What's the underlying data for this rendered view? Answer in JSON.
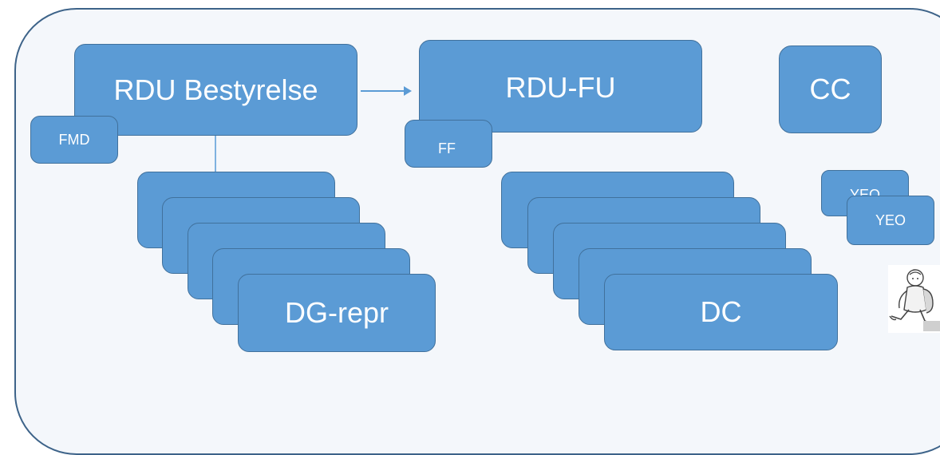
{
  "nodes": {
    "rdu_bestyrelse": "RDU Bestyrelse",
    "rdu_fu": "RDU-FU",
    "cc": "CC",
    "fmd": "FMD",
    "ff": "FF",
    "yeo_back": "YEO",
    "yeo_front": "YEO",
    "dg_repr": "DG-repr",
    "dc": "DC"
  },
  "colors": {
    "box_fill": "#5b9bd5",
    "box_border": "#41719c",
    "frame_border": "#3d6389",
    "frame_fill": "#f4f7fb"
  },
  "icons": [
    "arrow-right-icon",
    "walking-person-clipart"
  ]
}
